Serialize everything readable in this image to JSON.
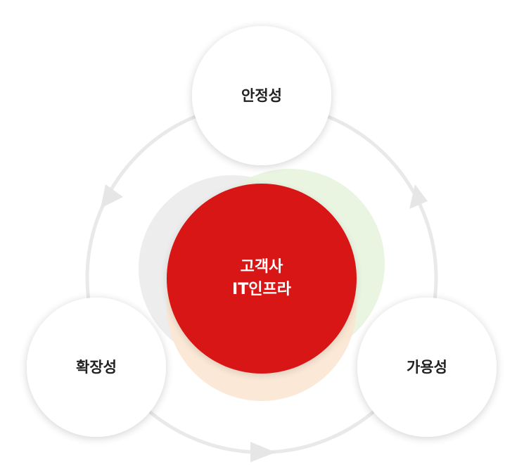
{
  "center": {
    "line1": "고객사",
    "line2": "IT인프라"
  },
  "nodes": {
    "top": "안정성",
    "right": "가용성",
    "left": "확장성"
  },
  "colors": {
    "center_red": "#d91515",
    "green_halo": "#e7f3de",
    "orange_halo": "#fbe6d2",
    "gray_halo": "#eaeaea",
    "ring": "#e9e9e9",
    "node_fill": "#ffffff",
    "node_text": "#222222",
    "center_text": "#ffffff"
  }
}
